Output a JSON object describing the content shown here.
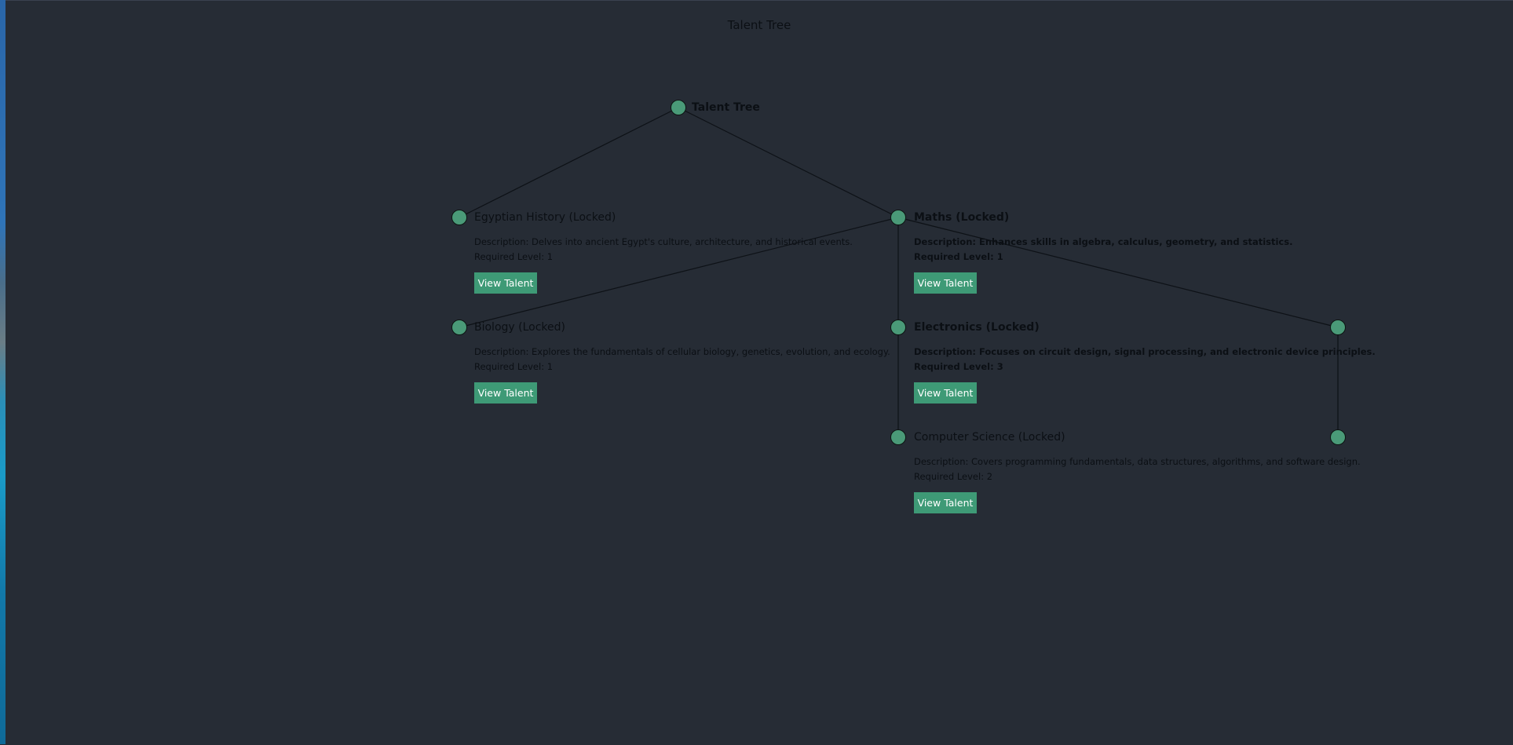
{
  "window": {
    "title": "Talent Tree"
  },
  "tree": {
    "root": {
      "title": "Talent Tree"
    },
    "talents": [
      {
        "title": "Egyptian History (Locked)",
        "description": "Description: Delves into ancient Egypt's culture, architecture, and historical events.",
        "level": "Required Level: 1",
        "button": "View Talent"
      },
      {
        "title": "Maths (Locked)",
        "description": "Description: Enhances skills in algebra, calculus, geometry, and statistics.",
        "level": "Required Level: 1",
        "button": "View Talent"
      },
      {
        "title": "Biology (Locked)",
        "description": "Description: Explores the fundamentals of cellular biology, genetics, evolution, and ecology.",
        "level": "Required Level: 1",
        "button": "View Talent"
      },
      {
        "title": "Electronics (Locked)",
        "description": "Description: Focuses on circuit design, signal processing, and electronic device principles.",
        "level": "Required Level: 3",
        "button": "View Talent"
      },
      {
        "title": "Computer Science (Locked)",
        "description": "Description: Covers programming fundamentals, data structures, algorithms, and software design.",
        "level": "Required Level: 2",
        "button": "View Talent"
      }
    ]
  }
}
